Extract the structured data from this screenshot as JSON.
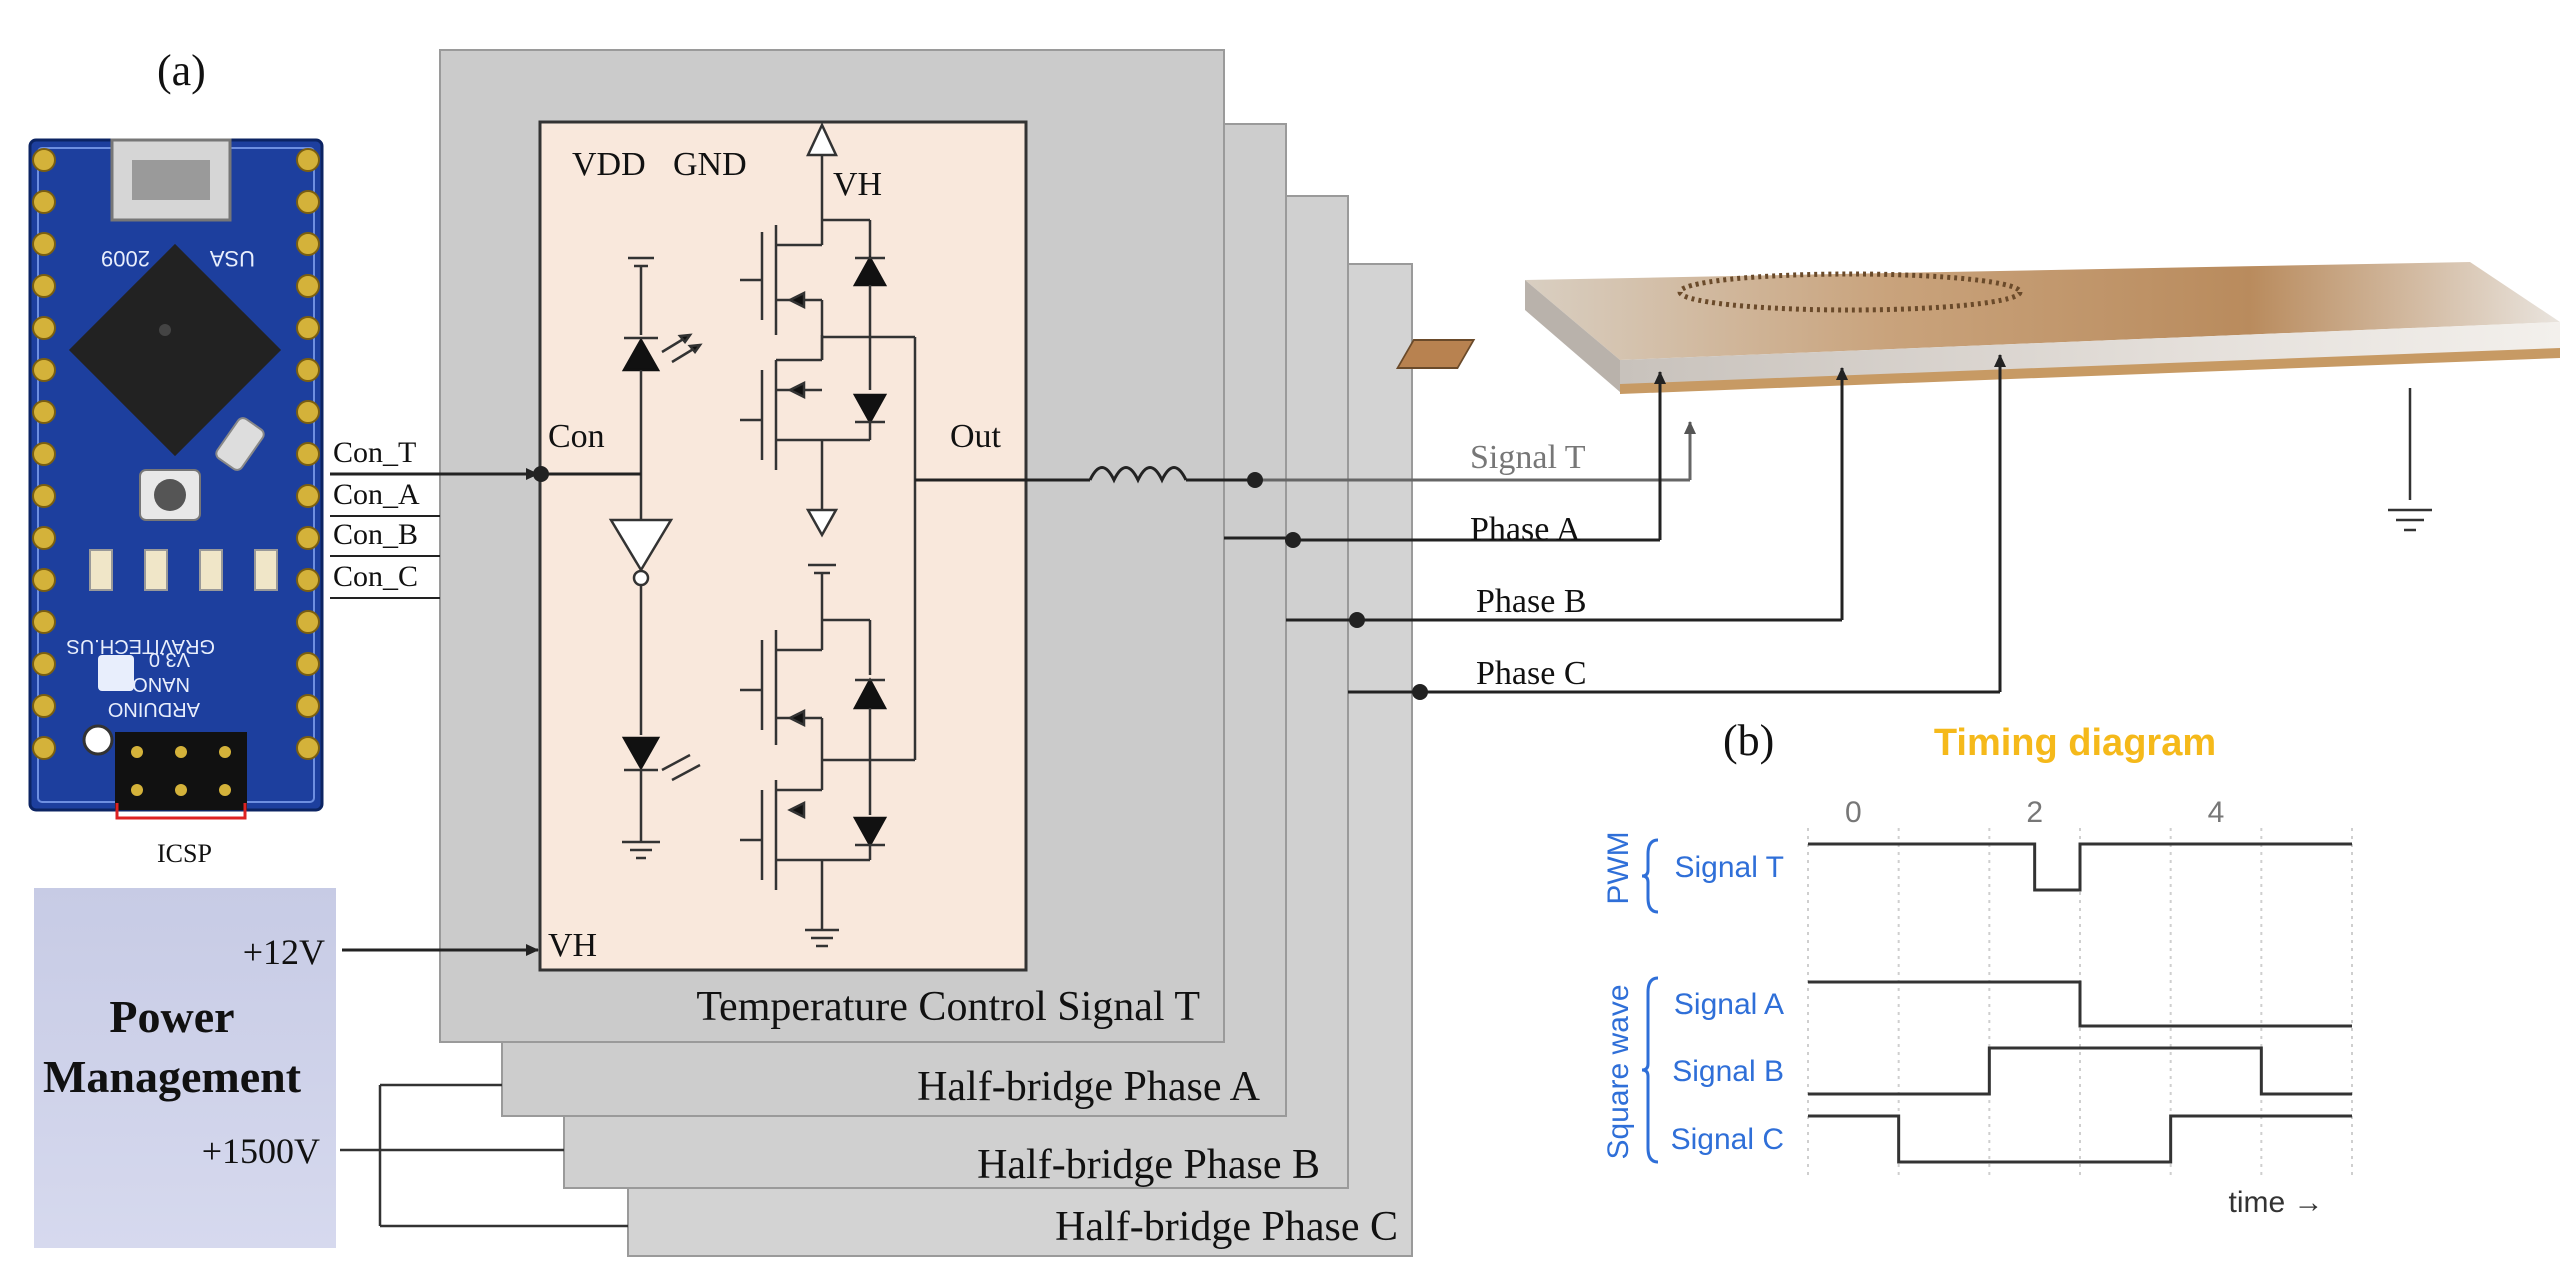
{
  "panel_a": {
    "label": "(a)",
    "icsp_label": "ICSP",
    "board_silkscreen": {
      "year": "2009",
      "country": "USA",
      "brand": "GRAVITECH.US",
      "model": "NANO",
      "version": "V3.0",
      "name": "ARDUINO"
    },
    "control_lines": [
      "Con_T",
      "Con_A",
      "Con_B",
      "Con_C"
    ],
    "power": {
      "title_line1": "Power",
      "title_line2": "Management",
      "v12": "+12V",
      "v1500": "+1500V"
    },
    "circuit": {
      "vdd": "VDD",
      "gnd": "GND",
      "vh_top": "VH",
      "con": "Con",
      "out": "Out",
      "vh_bottom": "VH"
    },
    "cards": [
      "Temperature Control Signal T",
      "Half-bridge Phase A",
      "Half-bridge Phase B",
      "Half-bridge Phase C"
    ],
    "signals": [
      "Signal T",
      "Phase A",
      "Phase B",
      "Phase C"
    ]
  },
  "panel_b": {
    "label": "(b)",
    "title": "Timing diagram",
    "title_color": "#F5B91A",
    "label_color": "#2F6FD8",
    "group_pwm": "PWM",
    "group_square": "Square wave",
    "x_ticks": [
      "0",
      "2",
      "4"
    ],
    "x_axis_label": "time →",
    "rows": [
      {
        "name": "Signal T",
        "segments": [
          [
            0,
            1
          ],
          [
            2.5,
            0
          ],
          [
            3.0,
            1
          ]
        ]
      },
      {
        "name": "Signal A",
        "segments": [
          [
            0,
            1
          ],
          [
            3.0,
            0
          ]
        ]
      },
      {
        "name": "Signal B",
        "segments": [
          [
            0,
            0
          ],
          [
            2.0,
            1
          ],
          [
            5.0,
            0
          ]
        ]
      },
      {
        "name": "Signal C",
        "segments": [
          [
            0,
            1
          ],
          [
            1.0,
            0
          ],
          [
            4.0,
            1
          ]
        ]
      }
    ],
    "t_max": 6
  }
}
